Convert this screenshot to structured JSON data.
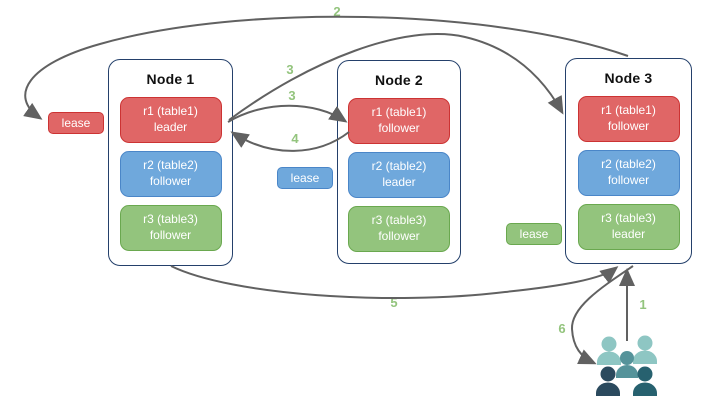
{
  "nodes": [
    {
      "title": "Node 1",
      "replicas": [
        {
          "label": "r1 (table1)",
          "role": "leader"
        },
        {
          "label": "r2 (table2)",
          "role": "follower"
        },
        {
          "label": "r3 (table3)",
          "role": "follower"
        }
      ]
    },
    {
      "title": "Node 2",
      "replicas": [
        {
          "label": "r1 (table1)",
          "role": "follower"
        },
        {
          "label": "r2 (table2)",
          "role": "leader"
        },
        {
          "label": "r3 (table3)",
          "role": "follower"
        }
      ]
    },
    {
      "title": "Node 3",
      "replicas": [
        {
          "label": "r1 (table1)",
          "role": "follower"
        },
        {
          "label": "r2 (table2)",
          "role": "follower"
        },
        {
          "label": "r3 (table3)",
          "role": "leader"
        }
      ]
    }
  ],
  "leases": {
    "red": "lease",
    "blue": "lease",
    "green": "lease"
  },
  "steps": {
    "s1": "1",
    "s2": "2",
    "s3a": "3",
    "s3b": "3",
    "s4": "4",
    "s5": "5",
    "s6": "6"
  },
  "colors": {
    "replica_red": "#e06666",
    "replica_red_border": "#cc3333",
    "replica_blue": "#6fa8dc",
    "replica_blue_border": "#4a86c8",
    "replica_green": "#93c47d",
    "replica_green_border": "#6aa84f",
    "node_border": "#24406b",
    "arrow": "#616161",
    "step_label": "#93c47d",
    "clients_light": "#8ec6c3",
    "clients_mid": "#55939a",
    "clients_dark": "#2b4a5e",
    "clients_dark_teal": "#27616f"
  }
}
